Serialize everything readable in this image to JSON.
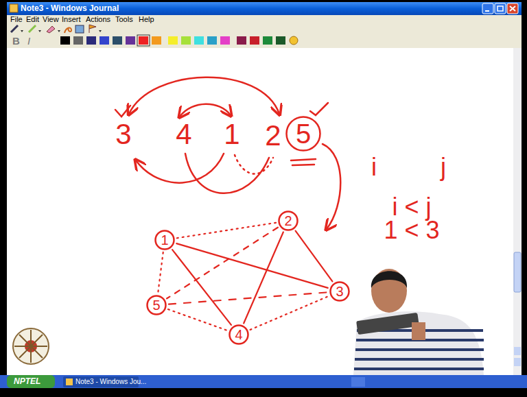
{
  "diagram": {
    "nodes": [
      {
        "text": [
          "5"
        ]
      },
      {
        "text": [
          "1"
        ]
      },
      {
        "text": [
          "2"
        ]
      },
      {
        "text": [
          "3"
        ]
      },
      {
        "text": [
          "4"
        ]
      },
      {
        "text": [
          "5"
        ]
      }
    ],
    "edges": [
      {
        "from": 1,
        "to": 3,
        "arrow": "none"
      },
      {
        "from": 1,
        "to": 4,
        "arrow": "none"
      },
      {
        "from": 2,
        "to": 4,
        "arrow": "none"
      },
      {
        "from": 2,
        "to": 3,
        "arrow": "none"
      },
      {
        "from": 1,
        "to": 2,
        "arrow": "none"
      },
      {
        "from": 1,
        "to": 5,
        "arrow": "none"
      },
      {
        "from": 2,
        "to": 5,
        "arrow": "none"
      },
      {
        "from": 5,
        "to": 3,
        "arrow": "none"
      },
      {
        "from": 5,
        "to": 4,
        "arrow": "none"
      },
      {
        "from": 4,
        "to": 3,
        "arrow": "none"
      }
    ],
    "labels": [
      "Note3 - Windows Journal",
      "File",
      "Edit",
      "View",
      "Insert",
      "Actions",
      "Tools",
      "Help",
      "B",
      "I",
      "3",
      "4",
      "1",
      "2",
      "i",
      "j",
      "i < j",
      "1 < 3",
      "NPTEL",
      "Note3 - Windows Jou..."
    ]
  }
}
